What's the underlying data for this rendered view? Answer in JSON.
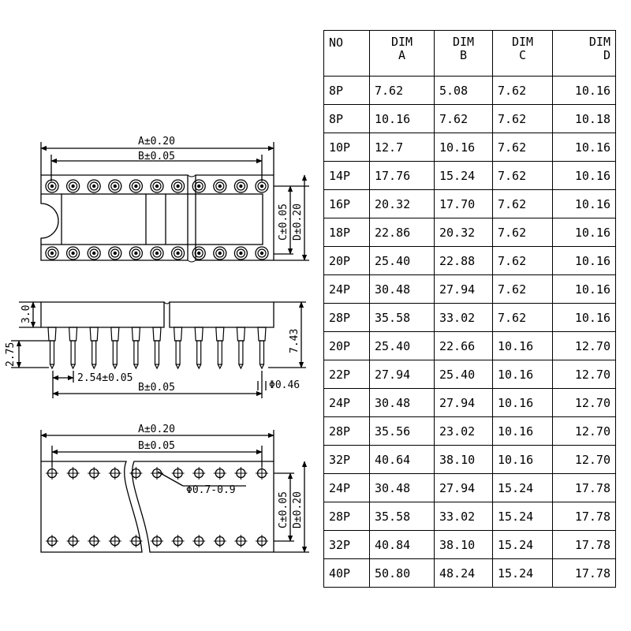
{
  "drawing": {
    "top_view": {
      "dim_a": "A±0.20",
      "dim_b": "B±0.05",
      "dim_c": "C±0.05",
      "dim_d": "D±0.20"
    },
    "side_view": {
      "height_body": "3.0",
      "pin_length": "2.75",
      "total_height": "7.43",
      "pitch": "2.54±0.05",
      "dim_b": "B±0.05",
      "pin_diameter": "Φ0.46"
    },
    "bottom_view": {
      "dim_a": "A±0.20",
      "dim_b": "B±0.05",
      "hole_diameter": "Φ0.7-0.9",
      "dim_c": "C±0.05",
      "dim_d": "D±0.20"
    }
  },
  "table": {
    "headers": [
      {
        "line1": "NO",
        "line2": ""
      },
      {
        "line1": "DIM",
        "line2": "A"
      },
      {
        "line1": "DIM",
        "line2": "B"
      },
      {
        "line1": "DIM",
        "line2": "C"
      },
      {
        "line1": "DIM",
        "line2": "D"
      }
    ],
    "rows": [
      [
        "8P",
        "7.62",
        "5.08",
        "7.62",
        "10.16"
      ],
      [
        "8P",
        "10.16",
        "7.62",
        "7.62",
        "10.18"
      ],
      [
        "10P",
        "12.7",
        "10.16",
        "7.62",
        "10.16"
      ],
      [
        "14P",
        "17.76",
        "15.24",
        "7.62",
        "10.16"
      ],
      [
        "16P",
        "20.32",
        "17.70",
        "7.62",
        "10.16"
      ],
      [
        "18P",
        "22.86",
        "20.32",
        "7.62",
        "10.16"
      ],
      [
        "20P",
        "25.40",
        "22.88",
        "7.62",
        "10.16"
      ],
      [
        "24P",
        "30.48",
        "27.94",
        "7.62",
        "10.16"
      ],
      [
        "28P",
        "35.58",
        "33.02",
        "7.62",
        "10.16"
      ],
      [
        "20P",
        "25.40",
        "22.66",
        "10.16",
        "12.70"
      ],
      [
        "22P",
        "27.94",
        "25.40",
        "10.16",
        "12.70"
      ],
      [
        "24P",
        "30.48",
        "27.94",
        "10.16",
        "12.70"
      ],
      [
        "28P",
        "35.56",
        "23.02",
        "10.16",
        "12.70"
      ],
      [
        "32P",
        "40.64",
        "38.10",
        "10.16",
        "12.70"
      ],
      [
        "24P",
        "30.48",
        "27.94",
        "15.24",
        "17.78"
      ],
      [
        "28P",
        "35.58",
        "33.02",
        "15.24",
        "17.78"
      ],
      [
        "32P",
        "40.84",
        "38.10",
        "15.24",
        "17.78"
      ],
      [
        "40P",
        "50.80",
        "48.24",
        "15.24",
        "17.78"
      ]
    ]
  }
}
